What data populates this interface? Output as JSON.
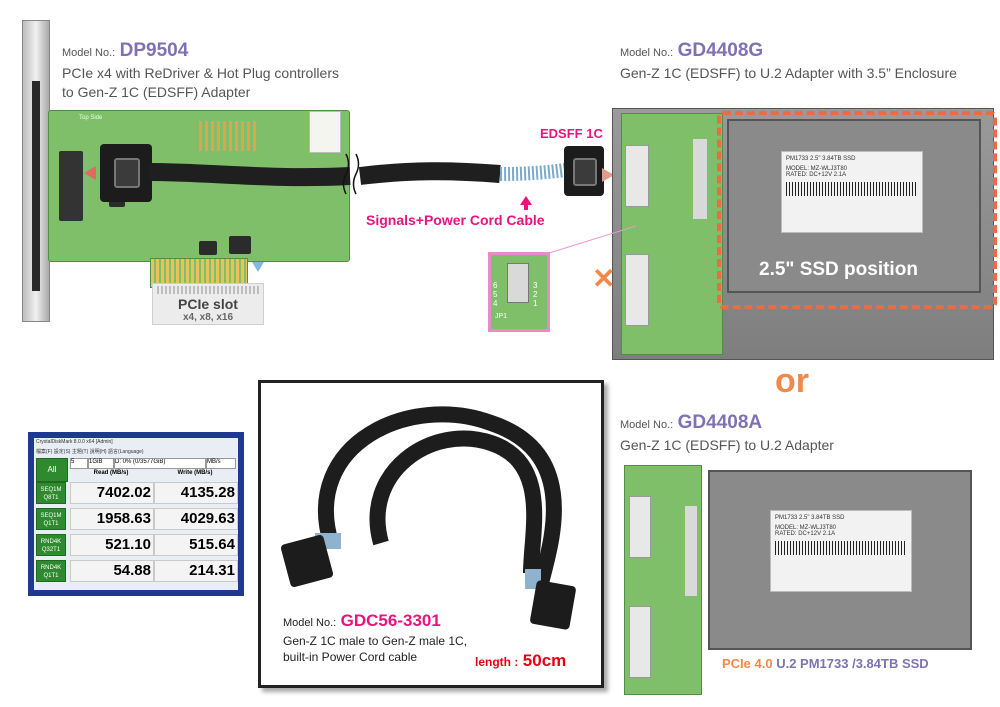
{
  "dp9504": {
    "model_prefix": "Model No.:",
    "model": "DP9504",
    "desc_line1": "PCIe x4 with ReDriver & Hot Plug controllers",
    "desc_line2": "to Gen-Z 1C (EDSFF) Adapter",
    "slot_title": "PCIe slot",
    "slot_sub": "x4, x8, x16",
    "board_label": "Top Side"
  },
  "gd4408g": {
    "model_prefix": "Model No.:",
    "model": "GD4408G",
    "desc": "Gen-Z 1C (EDSFF) to U.2 Adapter with 3.5” Enclosure",
    "ssd_position": "2.5\" SSD position"
  },
  "cable_labels": {
    "edsff": "EDSFF 1C",
    "signals": "Signals+Power Cord Cable"
  },
  "jumper": {
    "pins": [
      "6",
      "5",
      "4",
      "3",
      "2",
      "1"
    ],
    "label": "JP1"
  },
  "or_text": "or",
  "gd4408a": {
    "model_prefix": "Model No.:",
    "model": "GD4408A",
    "desc": "Gen-Z 1C (EDSFF) to U.2 Adapter"
  },
  "gdc56": {
    "model_prefix": "Model No.:",
    "model": "GDC56-3301",
    "desc_line1": "Gen-Z 1C male to Gen-Z male 1C,",
    "desc_line2": "built-in Power Cord cable",
    "length_label": "length :",
    "length_value": "50cm"
  },
  "ssd_caption": {
    "pcie": "PCIe 4.0",
    "rest": "U.2 PM1733 /3.84TB SSD"
  },
  "crystaldiskmark": {
    "title": "CrystalDiskMark 8.0.0 x64 [Admin]",
    "menu": [
      "檔案(F)",
      "設定(S)",
      "主題(T)",
      "說明(H)",
      "語言(Language)"
    ],
    "all_button": "All",
    "count": "5",
    "size": "1GiB",
    "drive": "D: 0% (0/3577GiB)",
    "unit": "MB/s",
    "col_read": "Read (MB/s)",
    "col_write": "Write (MB/s)",
    "rows": [
      {
        "label1": "SEQ1M",
        "label2": "Q8T1",
        "read": "7402.02",
        "write": "4135.28"
      },
      {
        "label1": "SEQ1M",
        "label2": "Q1T1",
        "read": "1958.63",
        "write": "4029.63"
      },
      {
        "label1": "RND4K",
        "label2": "Q32T1",
        "read": "521.10",
        "write": "515.64"
      },
      {
        "label1": "RND4K",
        "label2": "Q1T1",
        "read": "54.88",
        "write": "214.31"
      }
    ]
  },
  "ssd_sticker": {
    "line1": "PM1733 2.5\" 3.84TB SSD",
    "line2": "MODEL: MZ-WLJ3T80",
    "line3": "RATED: DC+12V 2.1A"
  },
  "colors": {
    "model_purple": "#7f72b4",
    "pink": "#e6157e",
    "orange": "#f08a4b",
    "pcb_green": "#7fbf6a"
  }
}
